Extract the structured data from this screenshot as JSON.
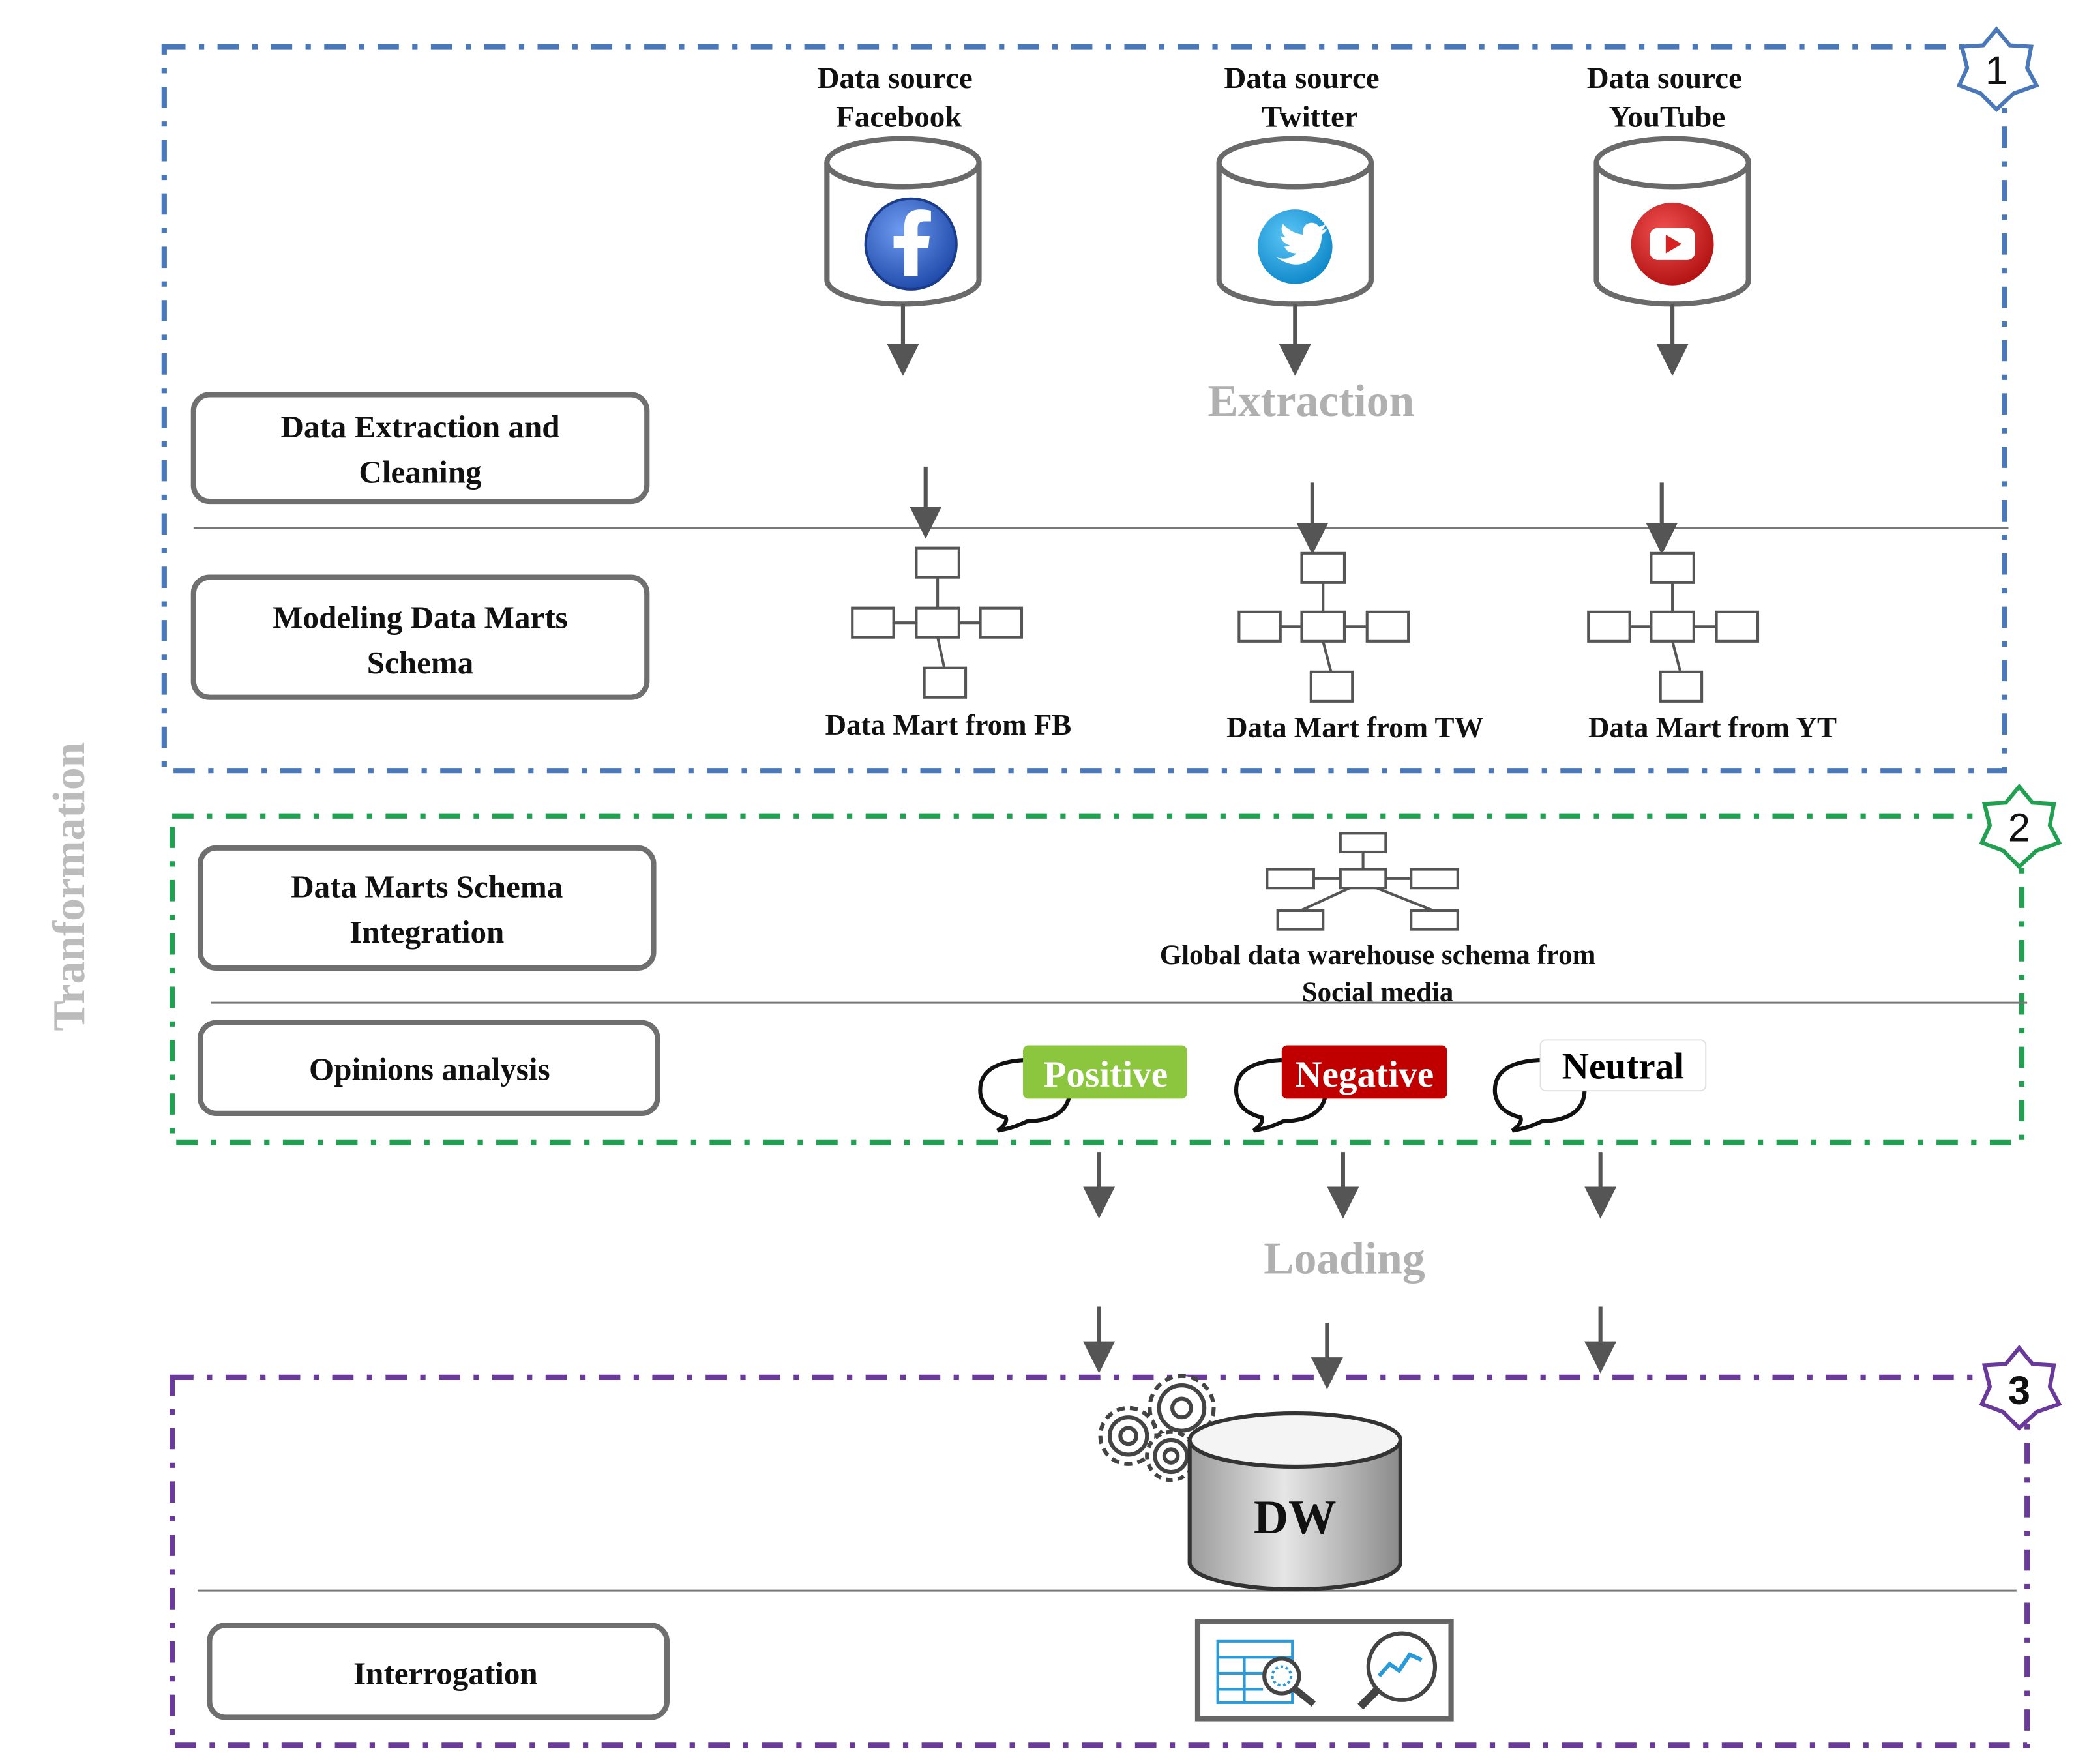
{
  "sections": [
    {
      "number": "1",
      "color": "#4a78b8"
    },
    {
      "number": "2",
      "color": "#20a050"
    },
    {
      "number": "3",
      "color": "#6a3a9a"
    }
  ],
  "side_label": "Tranformation",
  "sources": [
    {
      "line1": "Data source",
      "line2": "Facebook",
      "icon": "facebook-icon",
      "color": "#2f63c8"
    },
    {
      "line1": "Data source",
      "line2": "Twitter",
      "icon": "twitter-icon",
      "color": "#1a9ee0"
    },
    {
      "line1": "Data source",
      "line2": "YouTube",
      "icon": "youtube-icon",
      "color": "#d82222"
    }
  ],
  "extraction_label": "Extraction",
  "loading_label": "Loading",
  "steps": [
    {
      "line1": "Data Extraction and",
      "line2": "Cleaning"
    },
    {
      "line1": "Modeling Data Marts",
      "line2": "Schema"
    },
    {
      "line1": "Data Marts Schema",
      "line2": "Integration"
    },
    {
      "line1": "Opinions analysis"
    },
    {
      "line1": "Interrogation"
    }
  ],
  "data_marts": [
    "Data Mart from FB",
    "Data Mart from TW",
    "Data Mart from YT"
  ],
  "global_schema": {
    "line1": "Global data warehouse schema from",
    "line2": "Social media"
  },
  "opinions": [
    {
      "label": "Positive",
      "bg": "#8cc63f",
      "fg": "#ffffff"
    },
    {
      "label": "Negative",
      "bg": "#c00000",
      "fg": "#ffffff"
    },
    {
      "label": "Neutral",
      "bg": "#ffffff",
      "fg": "#000000"
    }
  ],
  "dw_label": "DW"
}
